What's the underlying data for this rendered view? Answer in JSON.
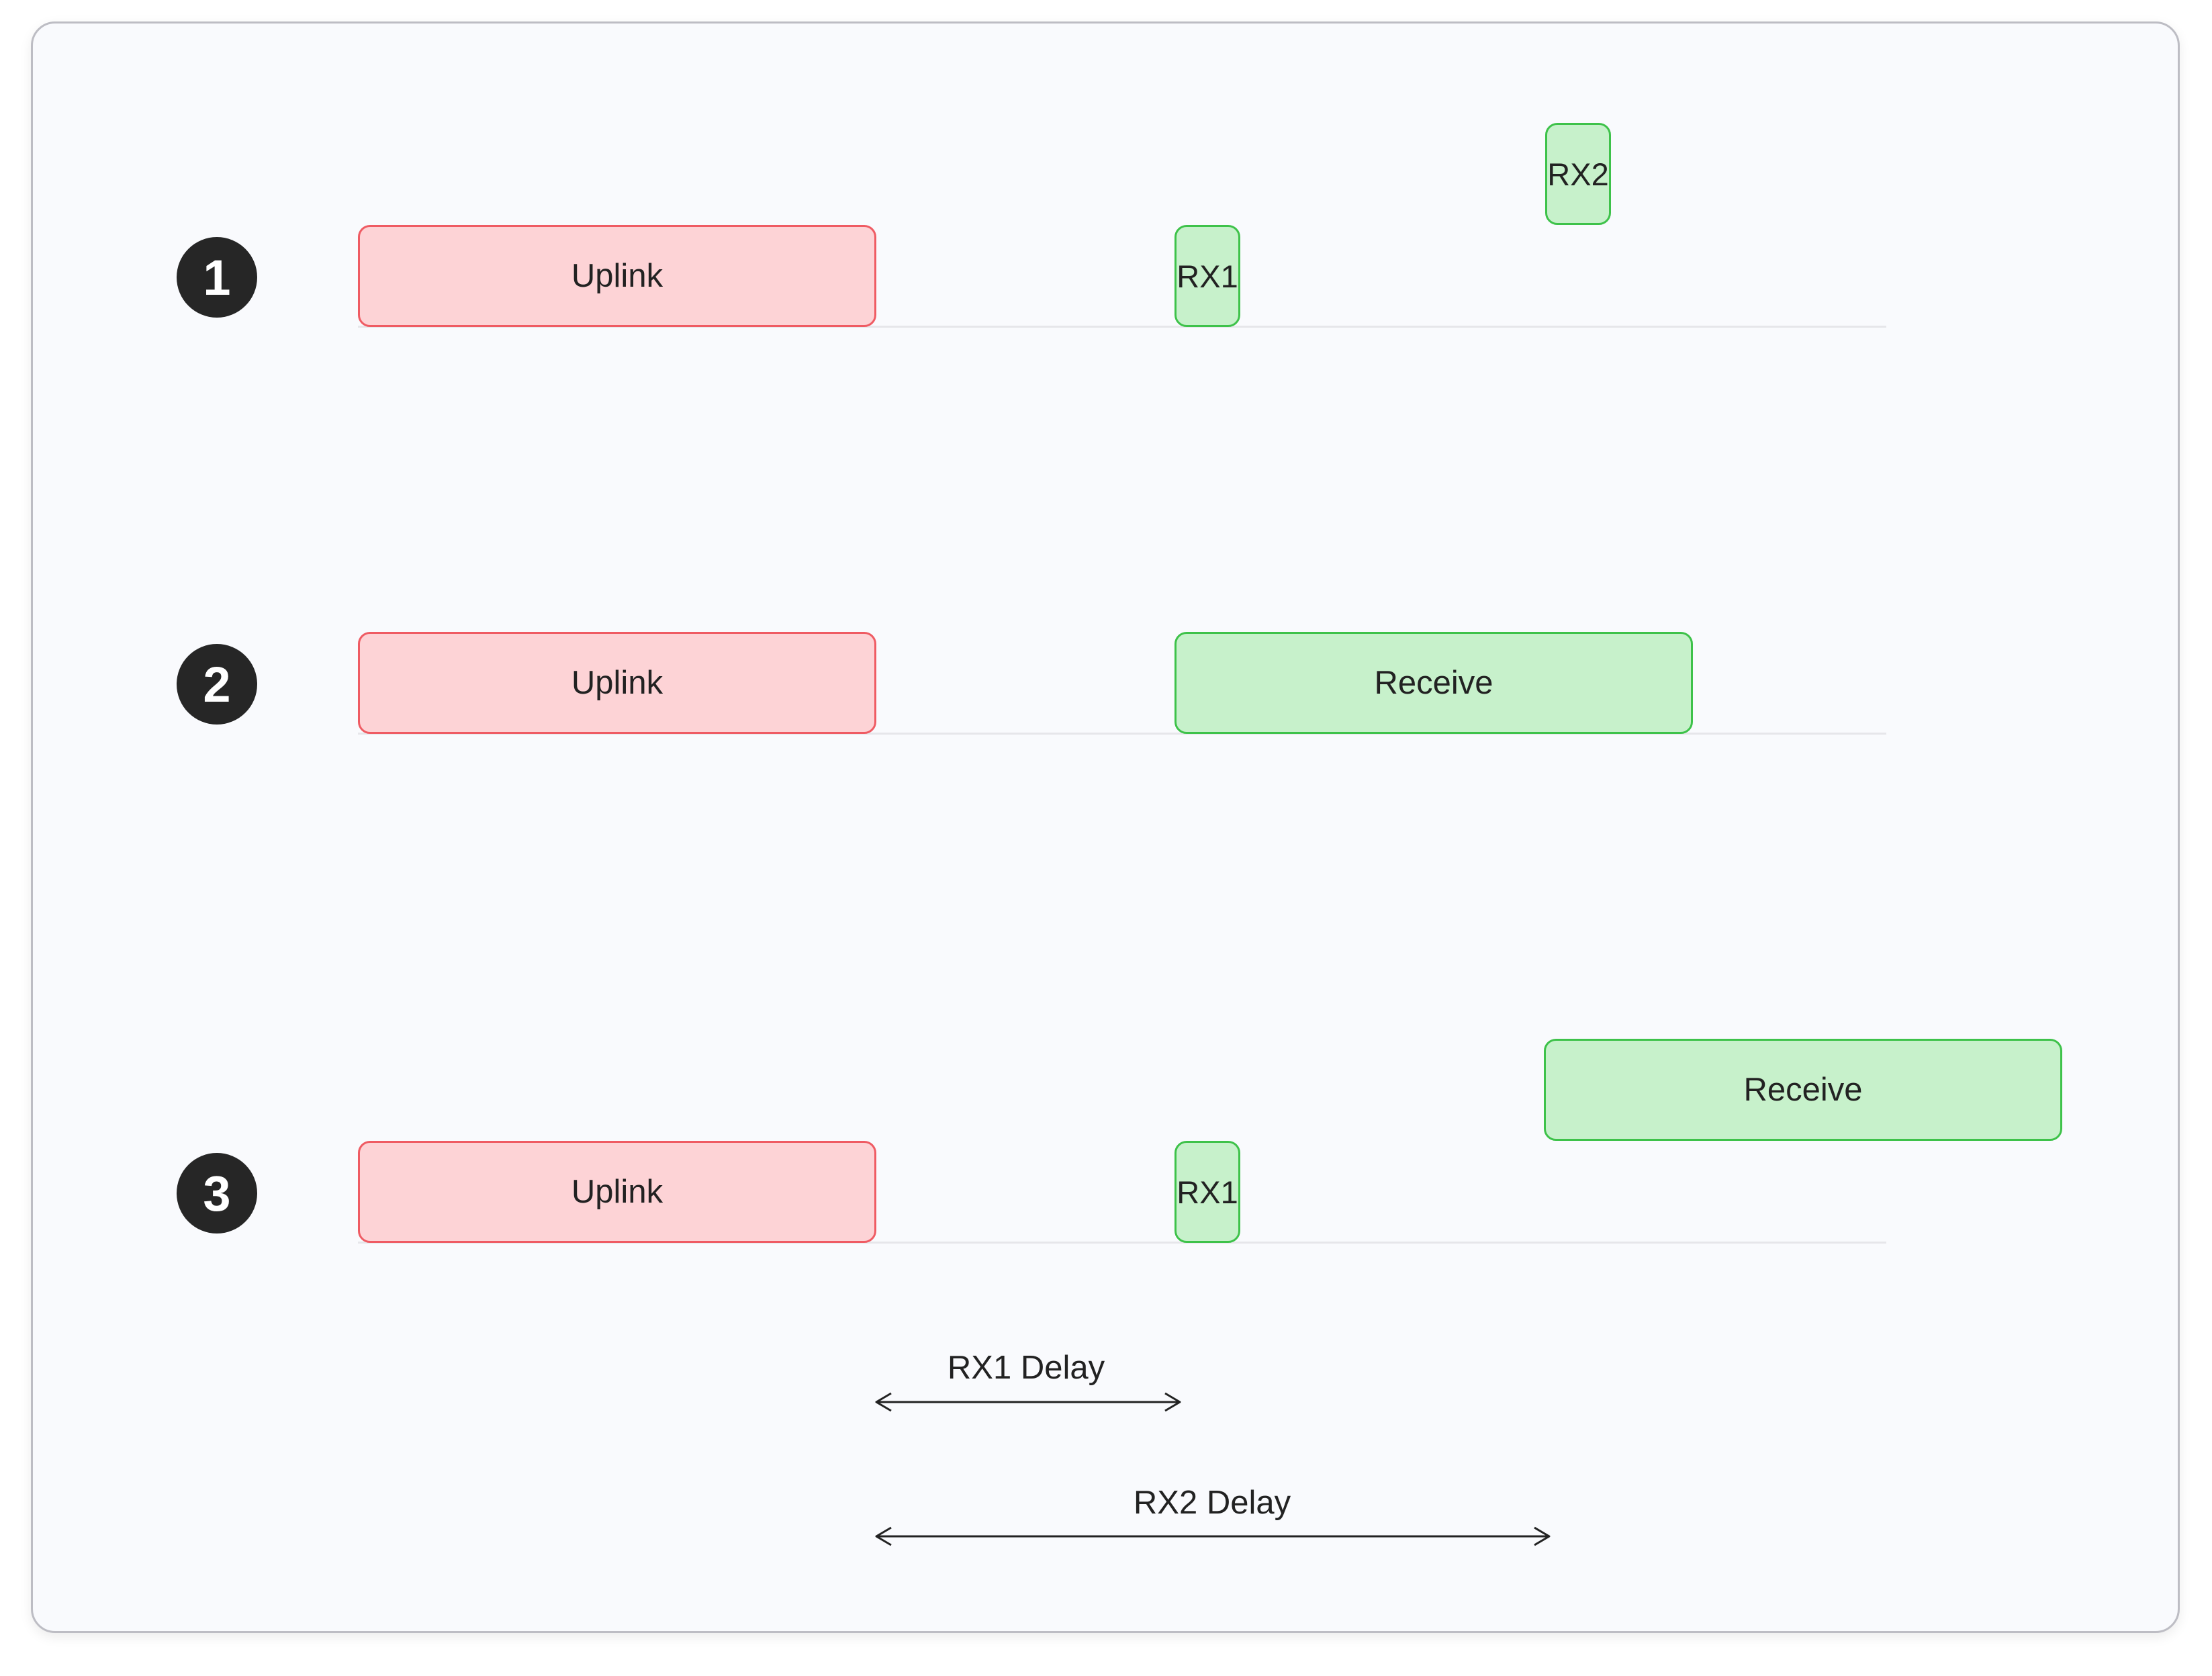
{
  "colors": {
    "uplink_fill": "#fdd3d6",
    "uplink_border": "#ef5b63",
    "receive_fill": "#c7f1cb",
    "receive_border": "#3ec24a",
    "badge": "#262626",
    "background": "#f9fafd"
  },
  "rows": [
    {
      "badge": "1",
      "uplink": "Uplink",
      "rx1": "RX1",
      "rx2": "RX2"
    },
    {
      "badge": "2",
      "uplink": "Uplink",
      "receive": "Receive"
    },
    {
      "badge": "3",
      "uplink": "Uplink",
      "rx1": "RX1",
      "receive": "Receive"
    }
  ],
  "delays": {
    "rx1_label": "RX1 Delay",
    "rx2_label": "RX2 Delay"
  }
}
